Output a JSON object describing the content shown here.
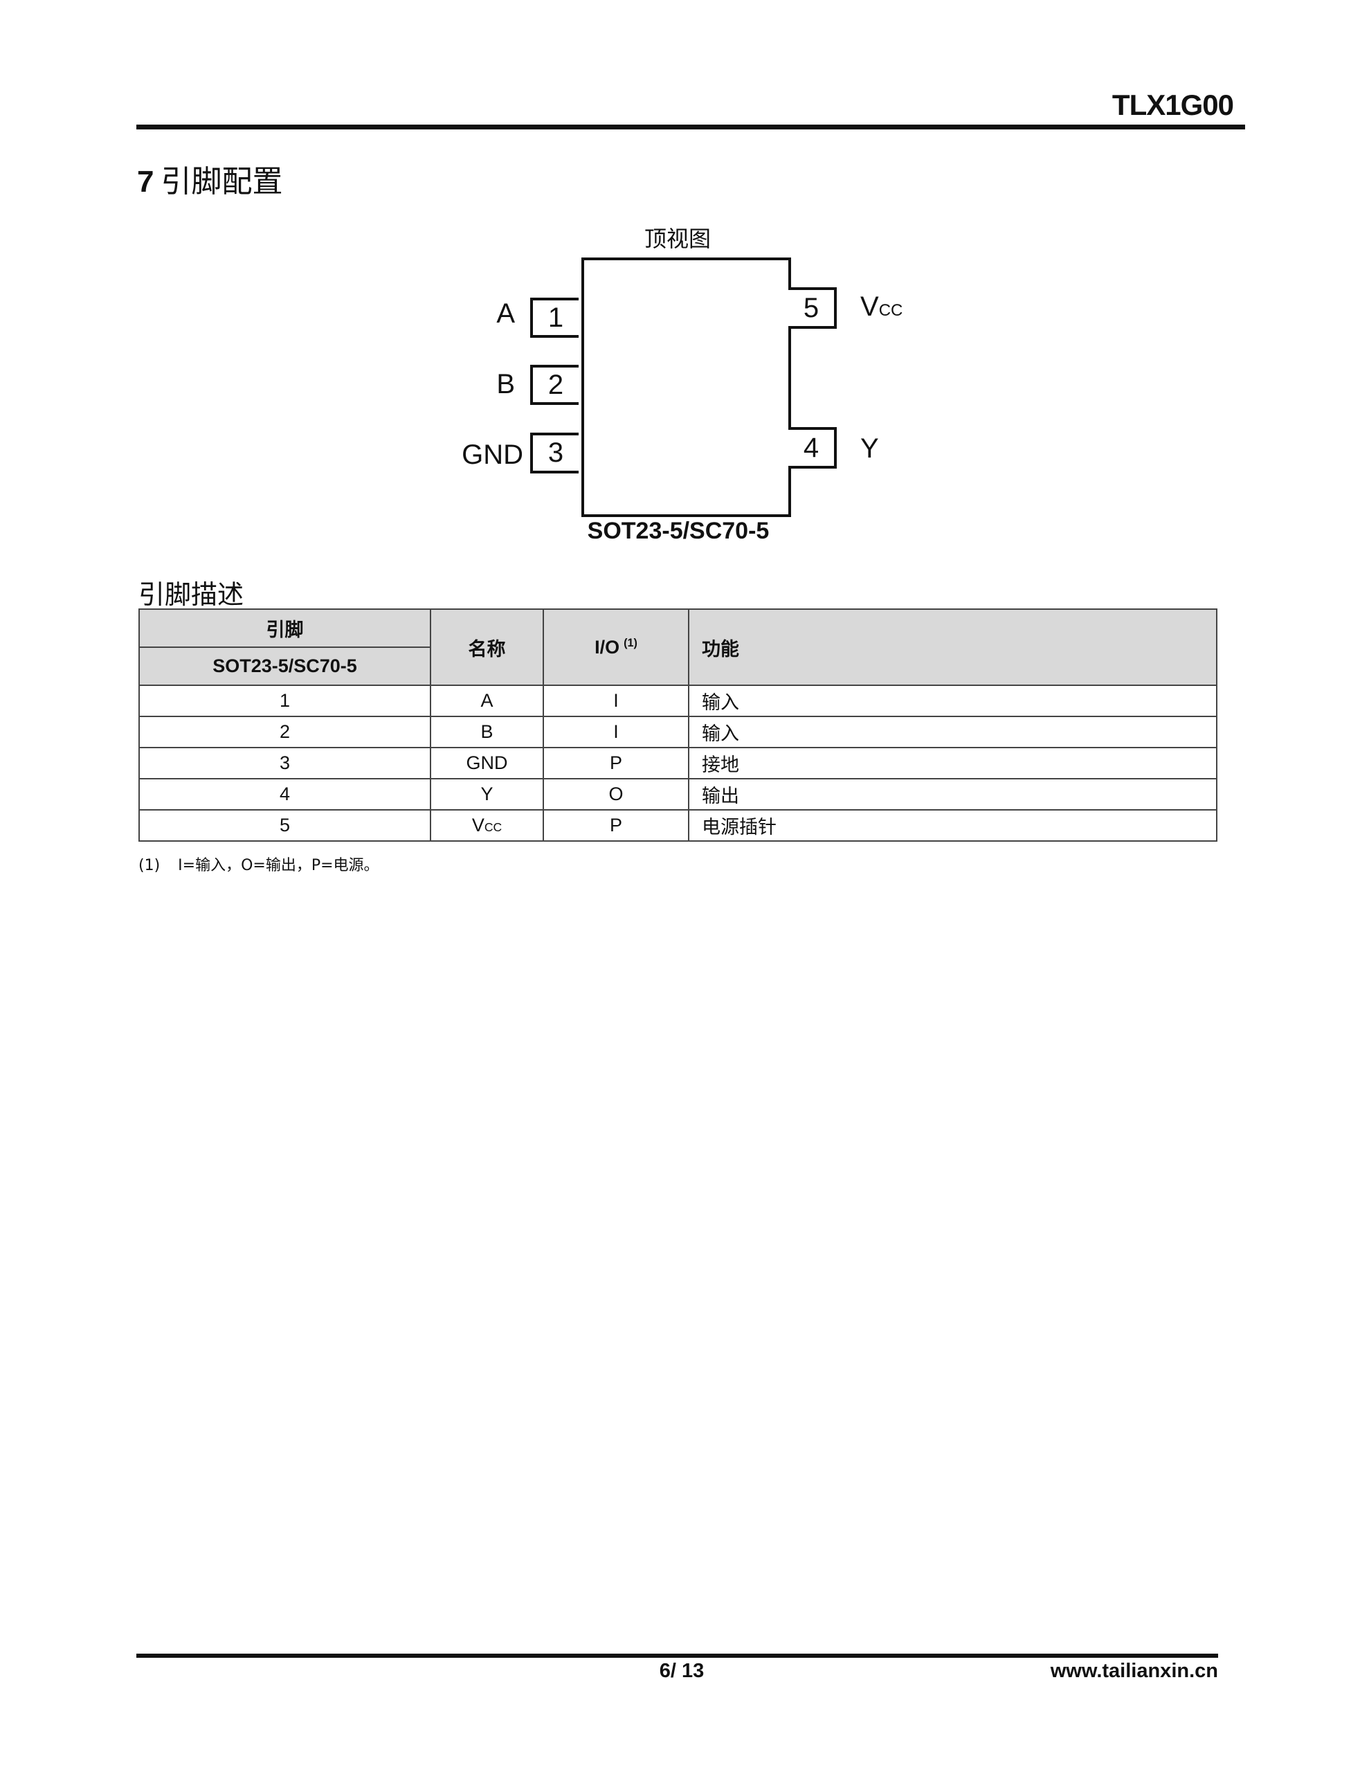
{
  "header": {
    "part_number": "TLX1G00"
  },
  "section": {
    "number": "7",
    "title": "引脚配置"
  },
  "diagram": {
    "view_label": "顶视图",
    "package_label": "SOT23-5/SC70-5",
    "left_pins": [
      {
        "num": "1",
        "name": "A"
      },
      {
        "num": "2",
        "name": "B"
      },
      {
        "num": "3",
        "name": "GND"
      }
    ],
    "right_pins": [
      {
        "num": "5",
        "name": "V",
        "sub": "CC"
      },
      {
        "num": "4",
        "name": "Y"
      }
    ]
  },
  "pin_table": {
    "title": "引脚描述",
    "headers": {
      "pin": "引脚",
      "package": "SOT23-5/SC70-5",
      "name": "名称",
      "io": "I/O",
      "io_note": "(1)",
      "function": "功能"
    },
    "rows": [
      {
        "pin": "1",
        "name": "A",
        "io": "I",
        "function": "输入"
      },
      {
        "pin": "2",
        "name": "B",
        "io": "I",
        "function": "输入"
      },
      {
        "pin": "3",
        "name": "GND",
        "io": "P",
        "function": "接地"
      },
      {
        "pin": "4",
        "name": "Y",
        "io": "O",
        "function": "输出"
      },
      {
        "pin": "5",
        "name": "V",
        "name_sub": "CC",
        "io": "P",
        "function": "电源插针"
      }
    ],
    "footnote_mark": "(1)",
    "footnote": "I=输入，O=输出，P=电源。"
  },
  "footer": {
    "page": "6/ 13",
    "url": "www.tailianxin.cn"
  }
}
